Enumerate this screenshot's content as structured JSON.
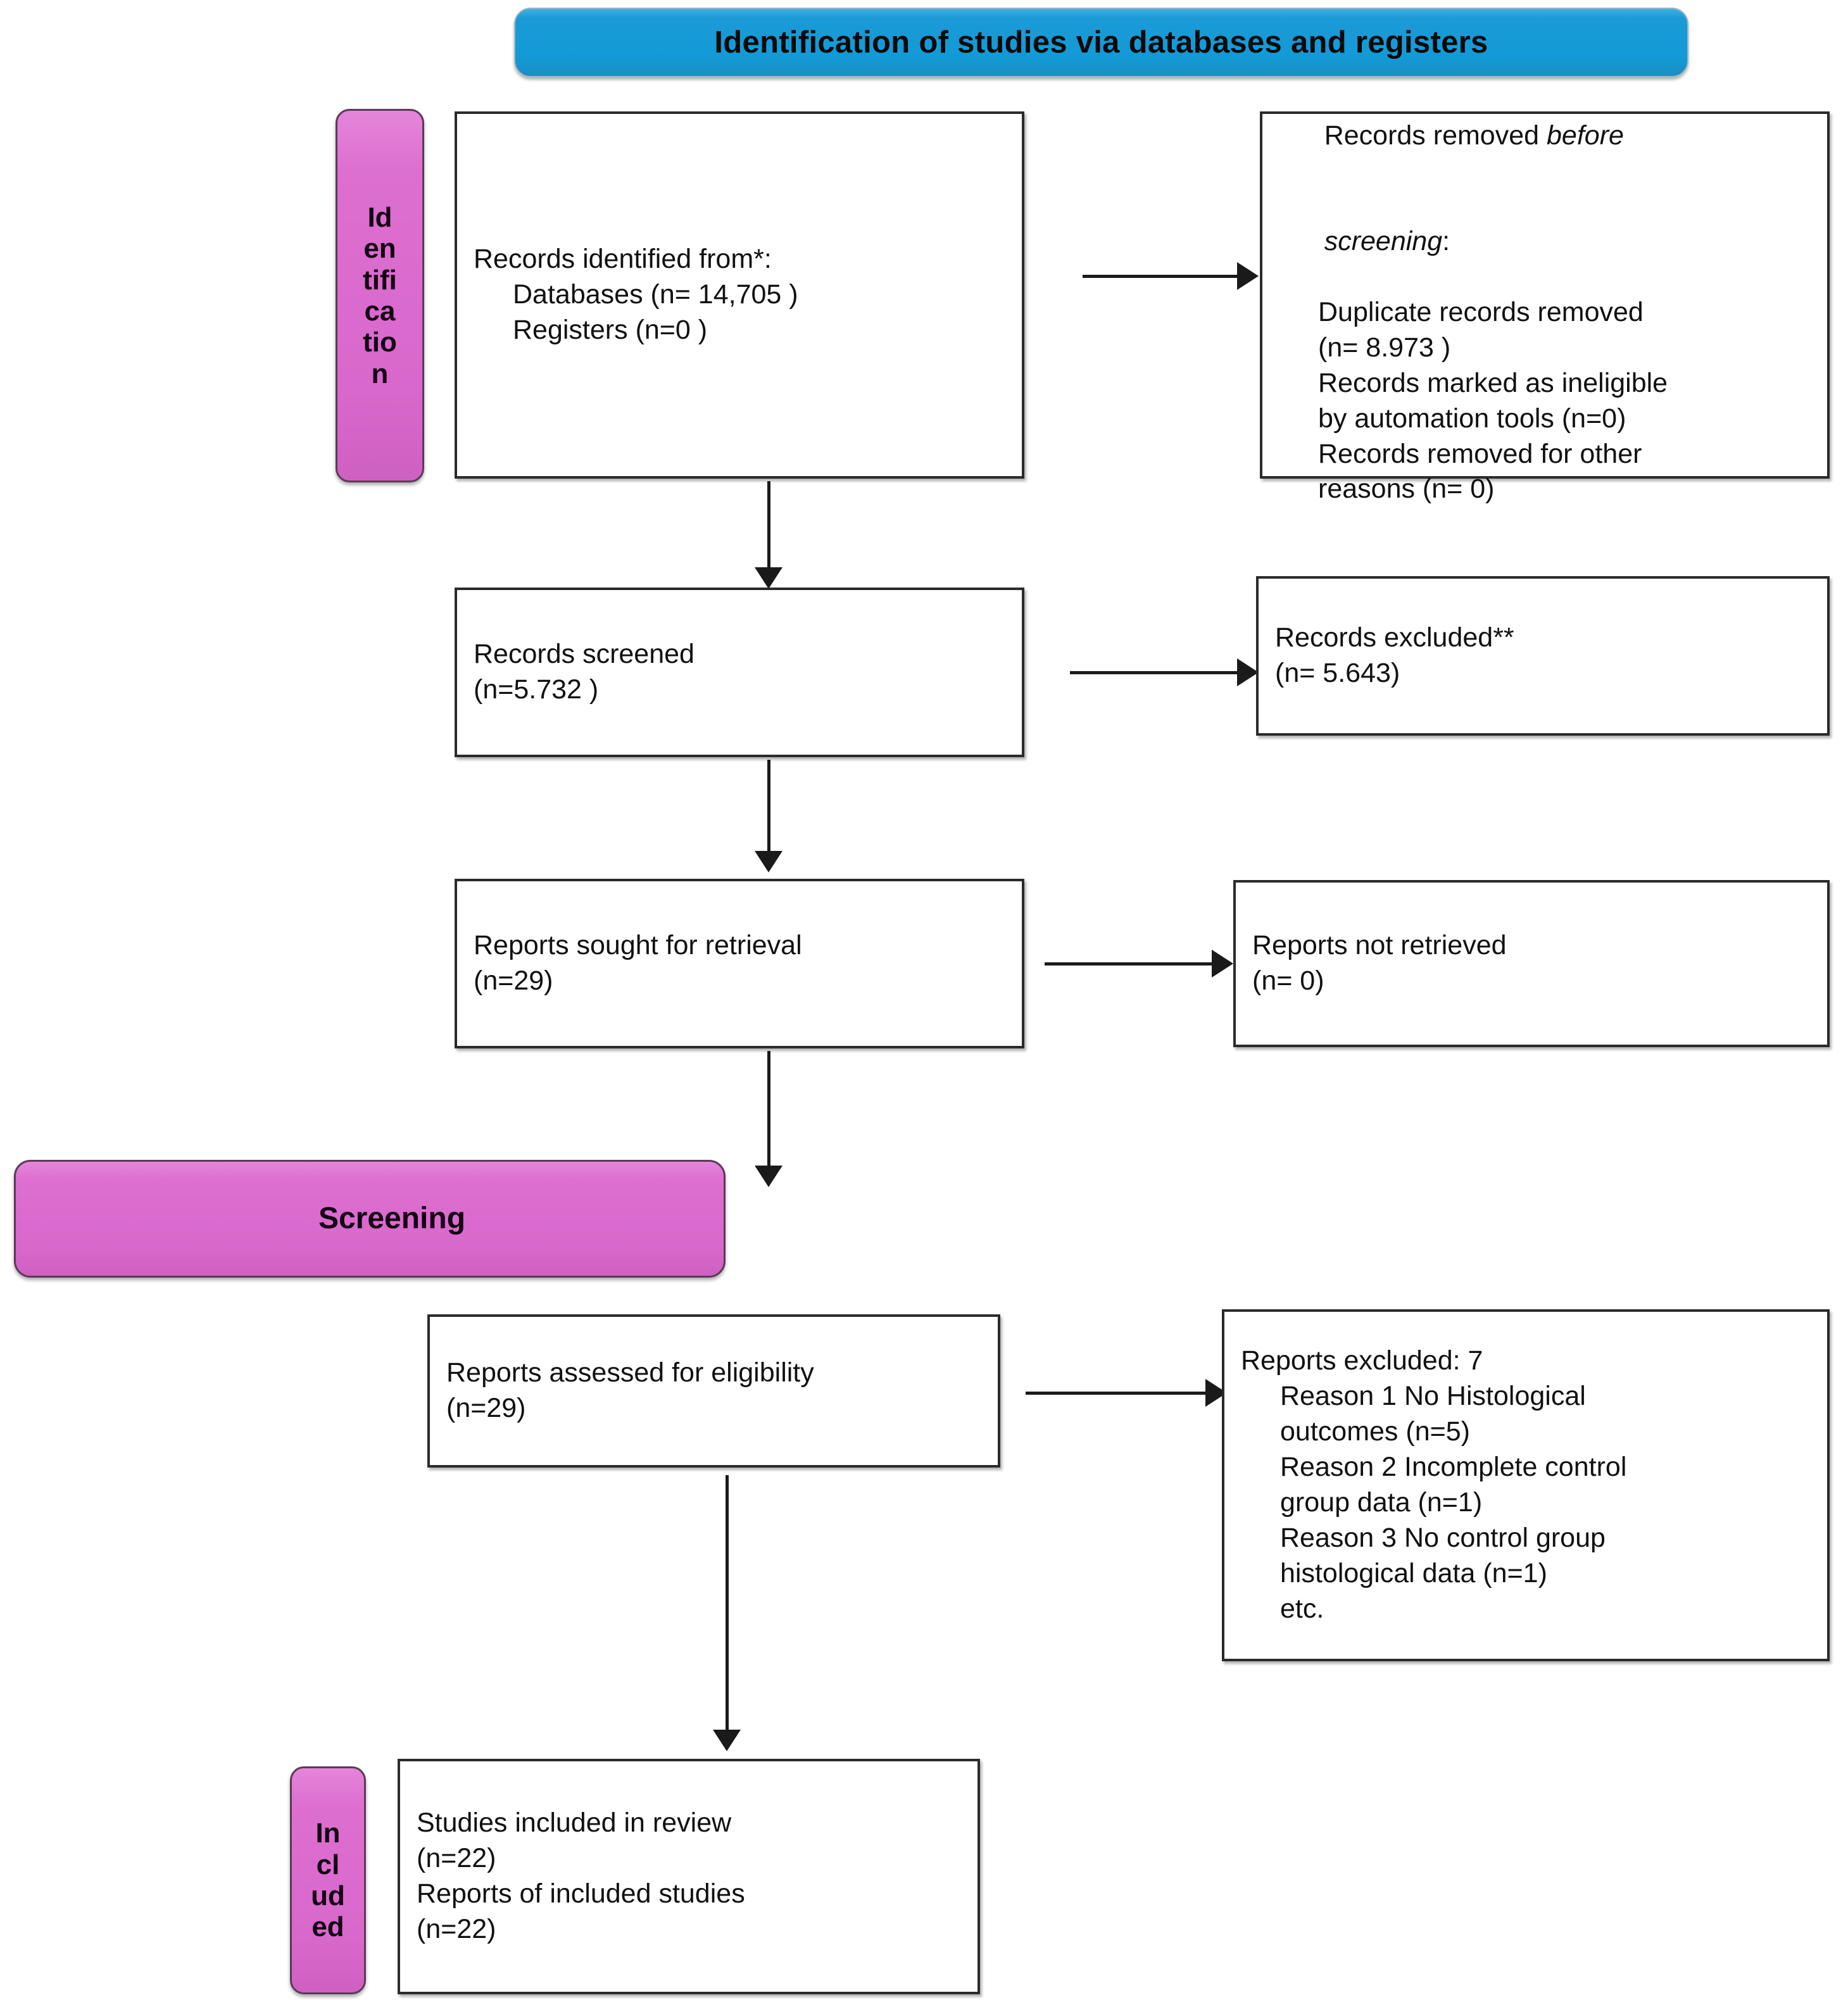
{
  "header": {
    "title": "Identification of studies via databases and registers",
    "color": "#1b9ad6"
  },
  "phases": {
    "identification": {
      "label": "Identification",
      "wrapped_label": "Id\nen\ntifi\nca\ntio\nn",
      "color": "#dd6fd0"
    },
    "screening": {
      "label": "Screening",
      "color": "#dd6fd0"
    },
    "included": {
      "label": "Included",
      "wrapped_label": "In\ncl\nud\ned",
      "color": "#dd6fd0"
    }
  },
  "boxes": {
    "records_identified": {
      "line1": "Records identified from*:",
      "line2": "Databases (n= 14,705 )",
      "line3": "Registers (n=0 )"
    },
    "records_removed": {
      "line1_a": "Records removed ",
      "line1_b": "before",
      "line2_a": "screening",
      "line2_b": ":",
      "line3": "Duplicate records removed",
      "line4": "(n= 8.973 )",
      "line5": "Records marked as ineligible",
      "line6": "by automation tools (n=0)",
      "line7": "Records removed for other",
      "line8": "reasons (n= 0)"
    },
    "records_screened": {
      "line1": "Records screened",
      "line2": "(n=5.732 )"
    },
    "records_excluded": {
      "line1": "Records excluded**",
      "line2": "(n= 5.643)"
    },
    "reports_sought": {
      "line1": "Reports sought for retrieval",
      "line2": "(n=29)"
    },
    "reports_not_retrieved": {
      "line1": "Reports not retrieved",
      "line2": "(n= 0)"
    },
    "reports_assessed": {
      "line1": "Reports assessed for eligibility",
      "line2": "(n=29)"
    },
    "reports_excluded": {
      "line1": "Reports excluded: 7",
      "line2": "Reason 1 No Histological",
      "line3": "outcomes (n=5)",
      "line4": "Reason 2 Incomplete control",
      "line5": "group data (n=1)",
      "line6": "Reason 3 No control group",
      "line7": "histological data (n=1)",
      "line8": "etc."
    },
    "studies_included": {
      "line1": "Studies included in review",
      "line2": "(n=22)",
      "line3": "Reports of included studies",
      "line4": "(n=22)"
    }
  },
  "arrows": {
    "identified_to_removed": "arrow-right",
    "identified_to_screened": "arrow-down",
    "screened_to_excluded": "arrow-right",
    "screened_to_sought": "arrow-down",
    "sought_to_not_retrieved": "arrow-right",
    "sought_to_assessed": "arrow-down",
    "assessed_to_excluded": "arrow-right",
    "assessed_to_included": "arrow-down"
  }
}
